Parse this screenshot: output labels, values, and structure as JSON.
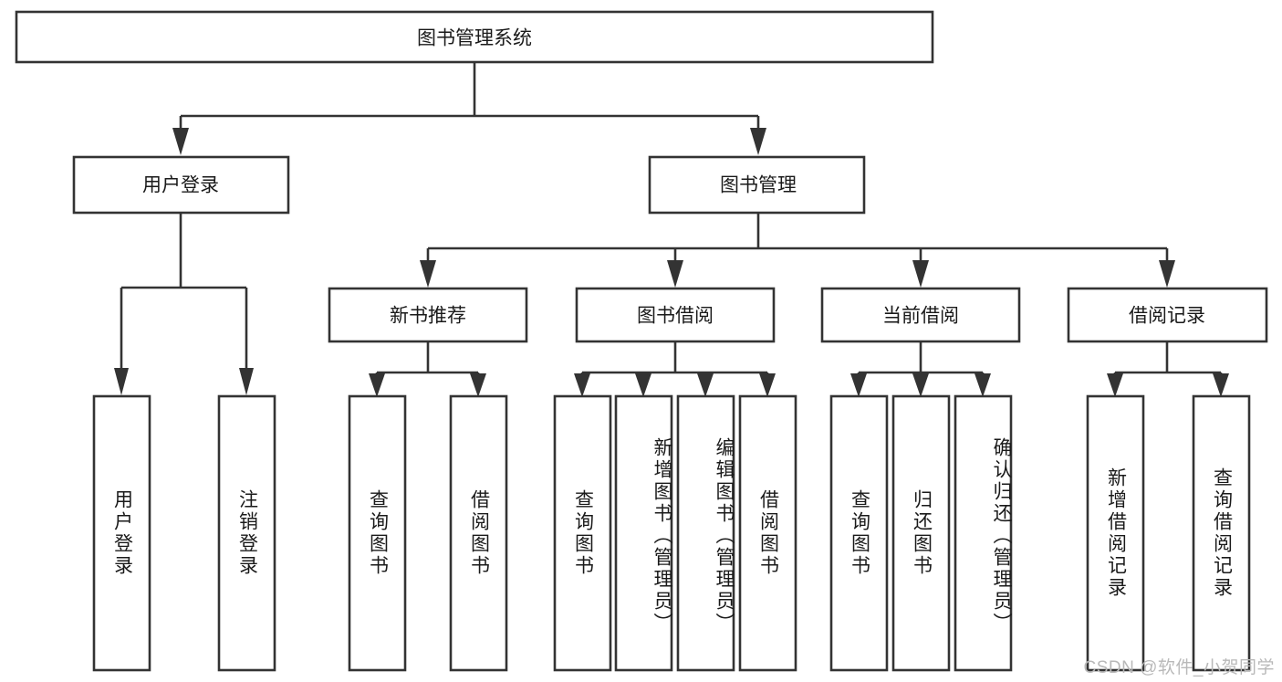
{
  "diagram": {
    "type": "tree",
    "title": "图书管理系统",
    "orientation": "top-down",
    "edge_style": "orthogonal-arrow",
    "colors": {
      "box_fill": "#ffffff",
      "box_stroke": "#333333",
      "text": "#1a1a1a",
      "watermark": "#b9b9b9"
    },
    "root": {
      "label": "图书管理系统"
    },
    "level2": [
      {
        "id": "user-login",
        "label": "用户登录"
      },
      {
        "id": "book-manage",
        "label": "图书管理"
      }
    ],
    "level3": [
      {
        "id": "new-book-rec",
        "label": "新书推荐",
        "parent": "book-manage"
      },
      {
        "id": "book-borrow",
        "label": "图书借阅",
        "parent": "book-manage"
      },
      {
        "id": "current-borrow",
        "label": "当前借阅",
        "parent": "book-manage"
      },
      {
        "id": "borrow-record",
        "label": "借阅记录",
        "parent": "book-manage"
      }
    ],
    "leaves": {
      "user-login": [
        {
          "id": "leaf-user-login",
          "label": "用户登录"
        },
        {
          "id": "leaf-user-logout",
          "label": "注销登录"
        }
      ],
      "new-book-rec": [
        {
          "id": "leaf-query-book-1",
          "label": "查询图书"
        },
        {
          "id": "leaf-borrow-book-1",
          "label": "借阅图书"
        }
      ],
      "book-borrow": [
        {
          "id": "leaf-query-book-2",
          "label": "查询图书"
        },
        {
          "id": "leaf-add-book",
          "label": "新增图书（管理员）"
        },
        {
          "id": "leaf-edit-book",
          "label": "编辑图书（管理员）"
        },
        {
          "id": "leaf-borrow-book-2",
          "label": "借阅图书"
        }
      ],
      "current-borrow": [
        {
          "id": "leaf-query-book-3",
          "label": "查询图书"
        },
        {
          "id": "leaf-return-book",
          "label": "归还图书"
        },
        {
          "id": "leaf-confirm-return",
          "label": "确认归还（管理员）"
        }
      ],
      "borrow-record": [
        {
          "id": "leaf-add-record",
          "label": "新增借阅记录"
        },
        {
          "id": "leaf-query-record",
          "label": "查询借阅记录"
        }
      ]
    }
  },
  "watermark": {
    "text": "CSDN @软件_小贺同学"
  }
}
